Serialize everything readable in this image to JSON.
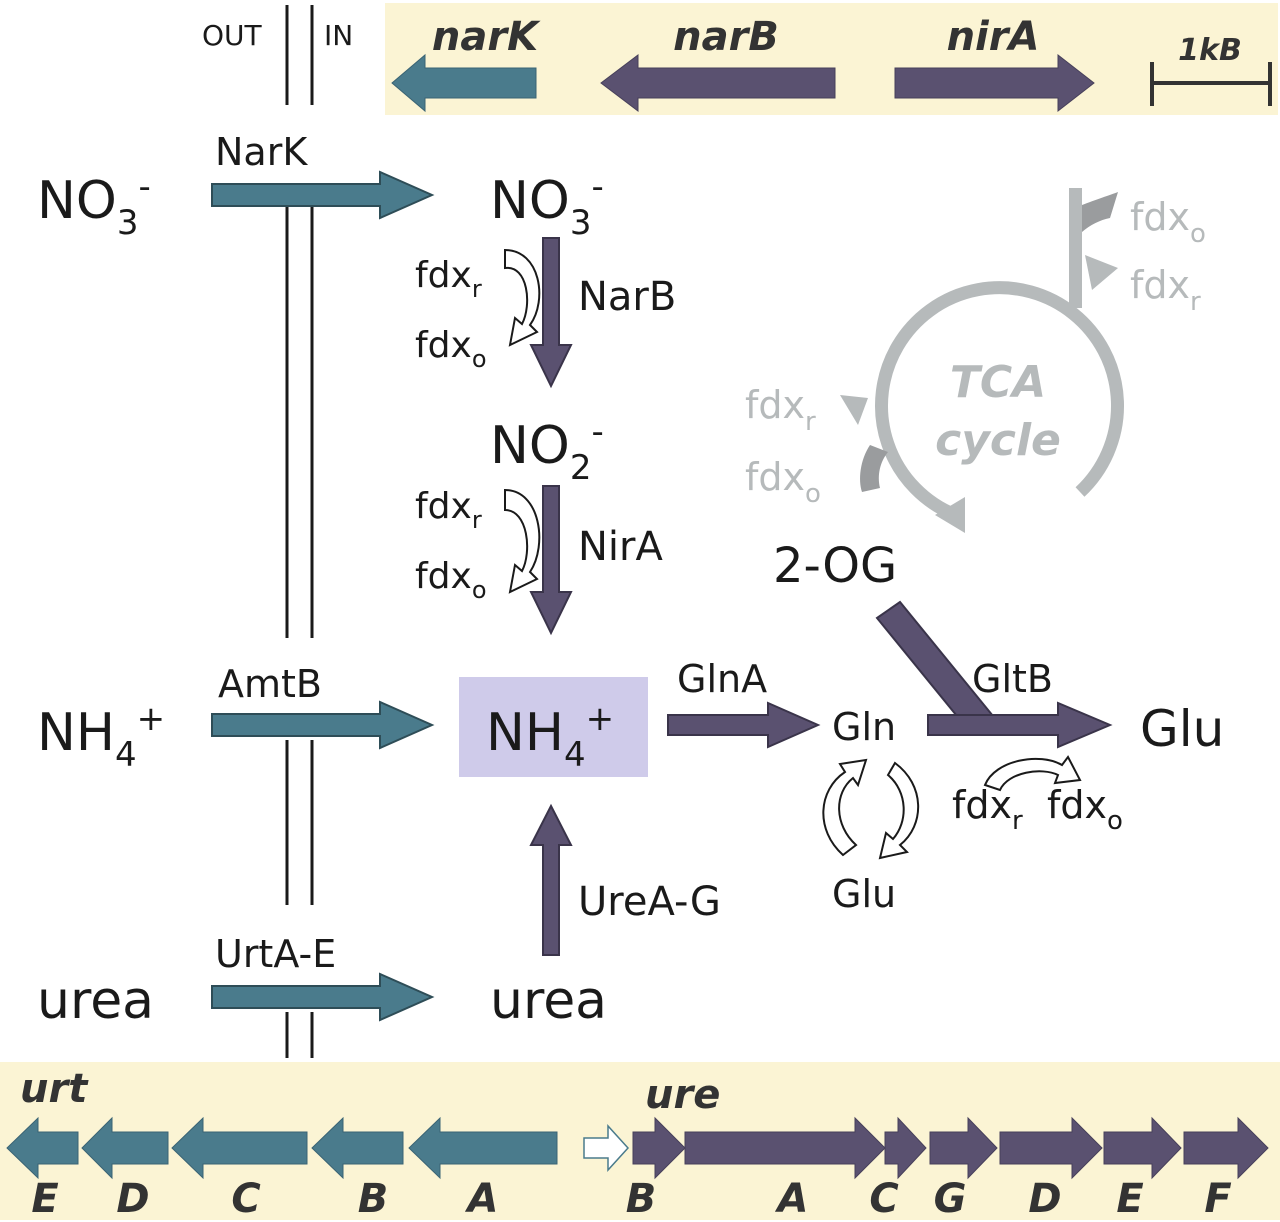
{
  "colors": {
    "transporter_teal": "#4a7b8c",
    "enzyme_purple": "#5a5170",
    "gene_band_cream": "#fbf4d4",
    "nh4_highlight": "#cfcbea",
    "tca_grey": "#b6babb"
  },
  "membrane": {
    "out_label": "OUT",
    "in_label": "IN"
  },
  "top_operon": {
    "genes": [
      "narK",
      "narB",
      "nirA"
    ],
    "scale_label": "1kB"
  },
  "transport": {
    "nitrate": {
      "outside": "NO",
      "outside_sub": "3",
      "outside_sup": "-",
      "transporter": "NarK",
      "inside": "NO",
      "inside_sub": "3",
      "inside_sup": "-"
    },
    "ammonium": {
      "outside": "NH",
      "outside_sub": "4",
      "outside_sup": "+",
      "transporter": "AmtB",
      "inside": "NH",
      "inside_sub": "4",
      "inside_sup": "+"
    },
    "urea": {
      "outside": "urea",
      "transporter": "UrtA-E",
      "inside": "urea"
    }
  },
  "reactions": {
    "narB": {
      "enzyme": "NarB",
      "fdx_r": "fdx",
      "fdx_r_sub": "r",
      "fdx_o": "fdx",
      "fdx_o_sub": "o"
    },
    "nitrite": {
      "text": "NO",
      "sub": "2",
      "sup": "-"
    },
    "nirA": {
      "enzyme": "NirA",
      "fdx_r": "fdx",
      "fdx_r_sub": "r",
      "fdx_o": "fdx",
      "fdx_o_sub": "o"
    },
    "urease": {
      "enzyme": "UreA-G"
    },
    "glnA": {
      "enzyme": "GlnA",
      "product": "Gln"
    },
    "gltB": {
      "enzyme": "GltB",
      "product": "Glu",
      "fdx_r": "fdx",
      "fdx_r_sub": "r",
      "fdx_o": "fdx",
      "fdx_o_sub": "o"
    },
    "cycle_glu": "Glu",
    "two_og": "2-OG"
  },
  "tca": {
    "line1": "TCA",
    "line2": "cycle",
    "top_fdx_o": "fdx",
    "top_fdx_o_sub": "o",
    "top_fdx_r": "fdx",
    "top_fdx_r_sub": "r",
    "left_fdx_r": "fdx",
    "left_fdx_r_sub": "r",
    "left_fdx_o": "fdx",
    "left_fdx_o_sub": "o"
  },
  "bottom_operons": {
    "urt_name": "urt",
    "urt_genes": [
      "E",
      "D",
      "C",
      "B",
      "A"
    ],
    "ure_name": "ure",
    "ure_genes": [
      "B",
      "A",
      "C",
      "G",
      "D",
      "E",
      "F"
    ]
  }
}
